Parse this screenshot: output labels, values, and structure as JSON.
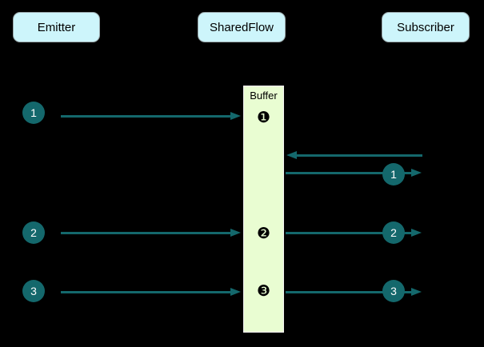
{
  "headers": [
    {
      "label": "Emitter"
    },
    {
      "label": "SharedFlow"
    },
    {
      "label": "Subscriber"
    }
  ],
  "buffer": {
    "label": "Buffer",
    "slots": [
      "❶",
      "❷",
      "❸"
    ]
  },
  "emissions": [
    {
      "label": "1"
    },
    {
      "label": "2"
    },
    {
      "label": "3"
    }
  ],
  "deliveries": [
    {
      "label": "1"
    },
    {
      "label": "2"
    },
    {
      "label": "3"
    }
  ],
  "colors": {
    "background": "#000000",
    "accent_teal": "#14686c",
    "node_fill": "#cdf5fb",
    "node_border": "#9aa8ab",
    "buffer_fill": "#e9fdd2",
    "buffer_border": "#f2f2f2",
    "chip_text": "#ffffff",
    "label_text": "#000000"
  }
}
